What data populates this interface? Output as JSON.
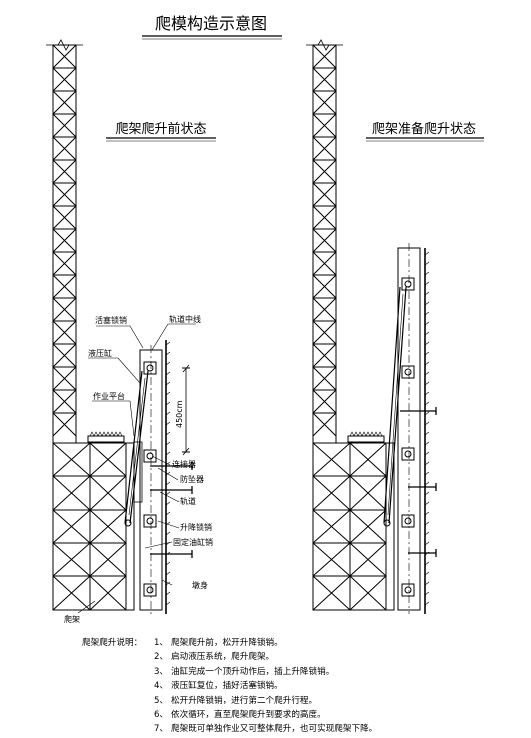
{
  "title": "爬模构造示意图",
  "left_panel": {
    "heading": "爬架爬升前状态",
    "callouts": {
      "expansion_pin": "活塞锁销",
      "track_centerline": "轨道中线",
      "hydraulic_cylinder": "液压缸",
      "work_platform": "作业平台",
      "dimension": "450cm",
      "connector": "连接器",
      "anti_fall": "防坠器",
      "track": "轨道",
      "lift_pin": "升降锁销",
      "fixed_cylinder_pin": "固定油缸销",
      "pier": "墩身",
      "frame": "爬架"
    }
  },
  "right_panel": {
    "heading": "爬架准备爬升状态"
  },
  "notes": {
    "heading": "爬架爬升说明：",
    "items": [
      {
        "num": "1、",
        "text": "爬架爬升前，松开升降锁销。"
      },
      {
        "num": "2、",
        "text": "启动液压系统，爬升爬架。"
      },
      {
        "num": "3、",
        "text": "油缸完成一个顶升动作后，插上升降锁销。"
      },
      {
        "num": "4、",
        "text": "液压缸复位，插好活塞锁销。"
      },
      {
        "num": "5、",
        "text": "松开升降锁销，进行第二个爬升行程。"
      },
      {
        "num": "6、",
        "text": "依次循环，直至爬架爬升到要求的高度。"
      },
      {
        "num": "7、",
        "text": "爬架既可单独作业又可整体爬升，也可实现爬架下降。"
      }
    ]
  },
  "colors": {
    "line": "#000000",
    "background": "#ffffff"
  }
}
